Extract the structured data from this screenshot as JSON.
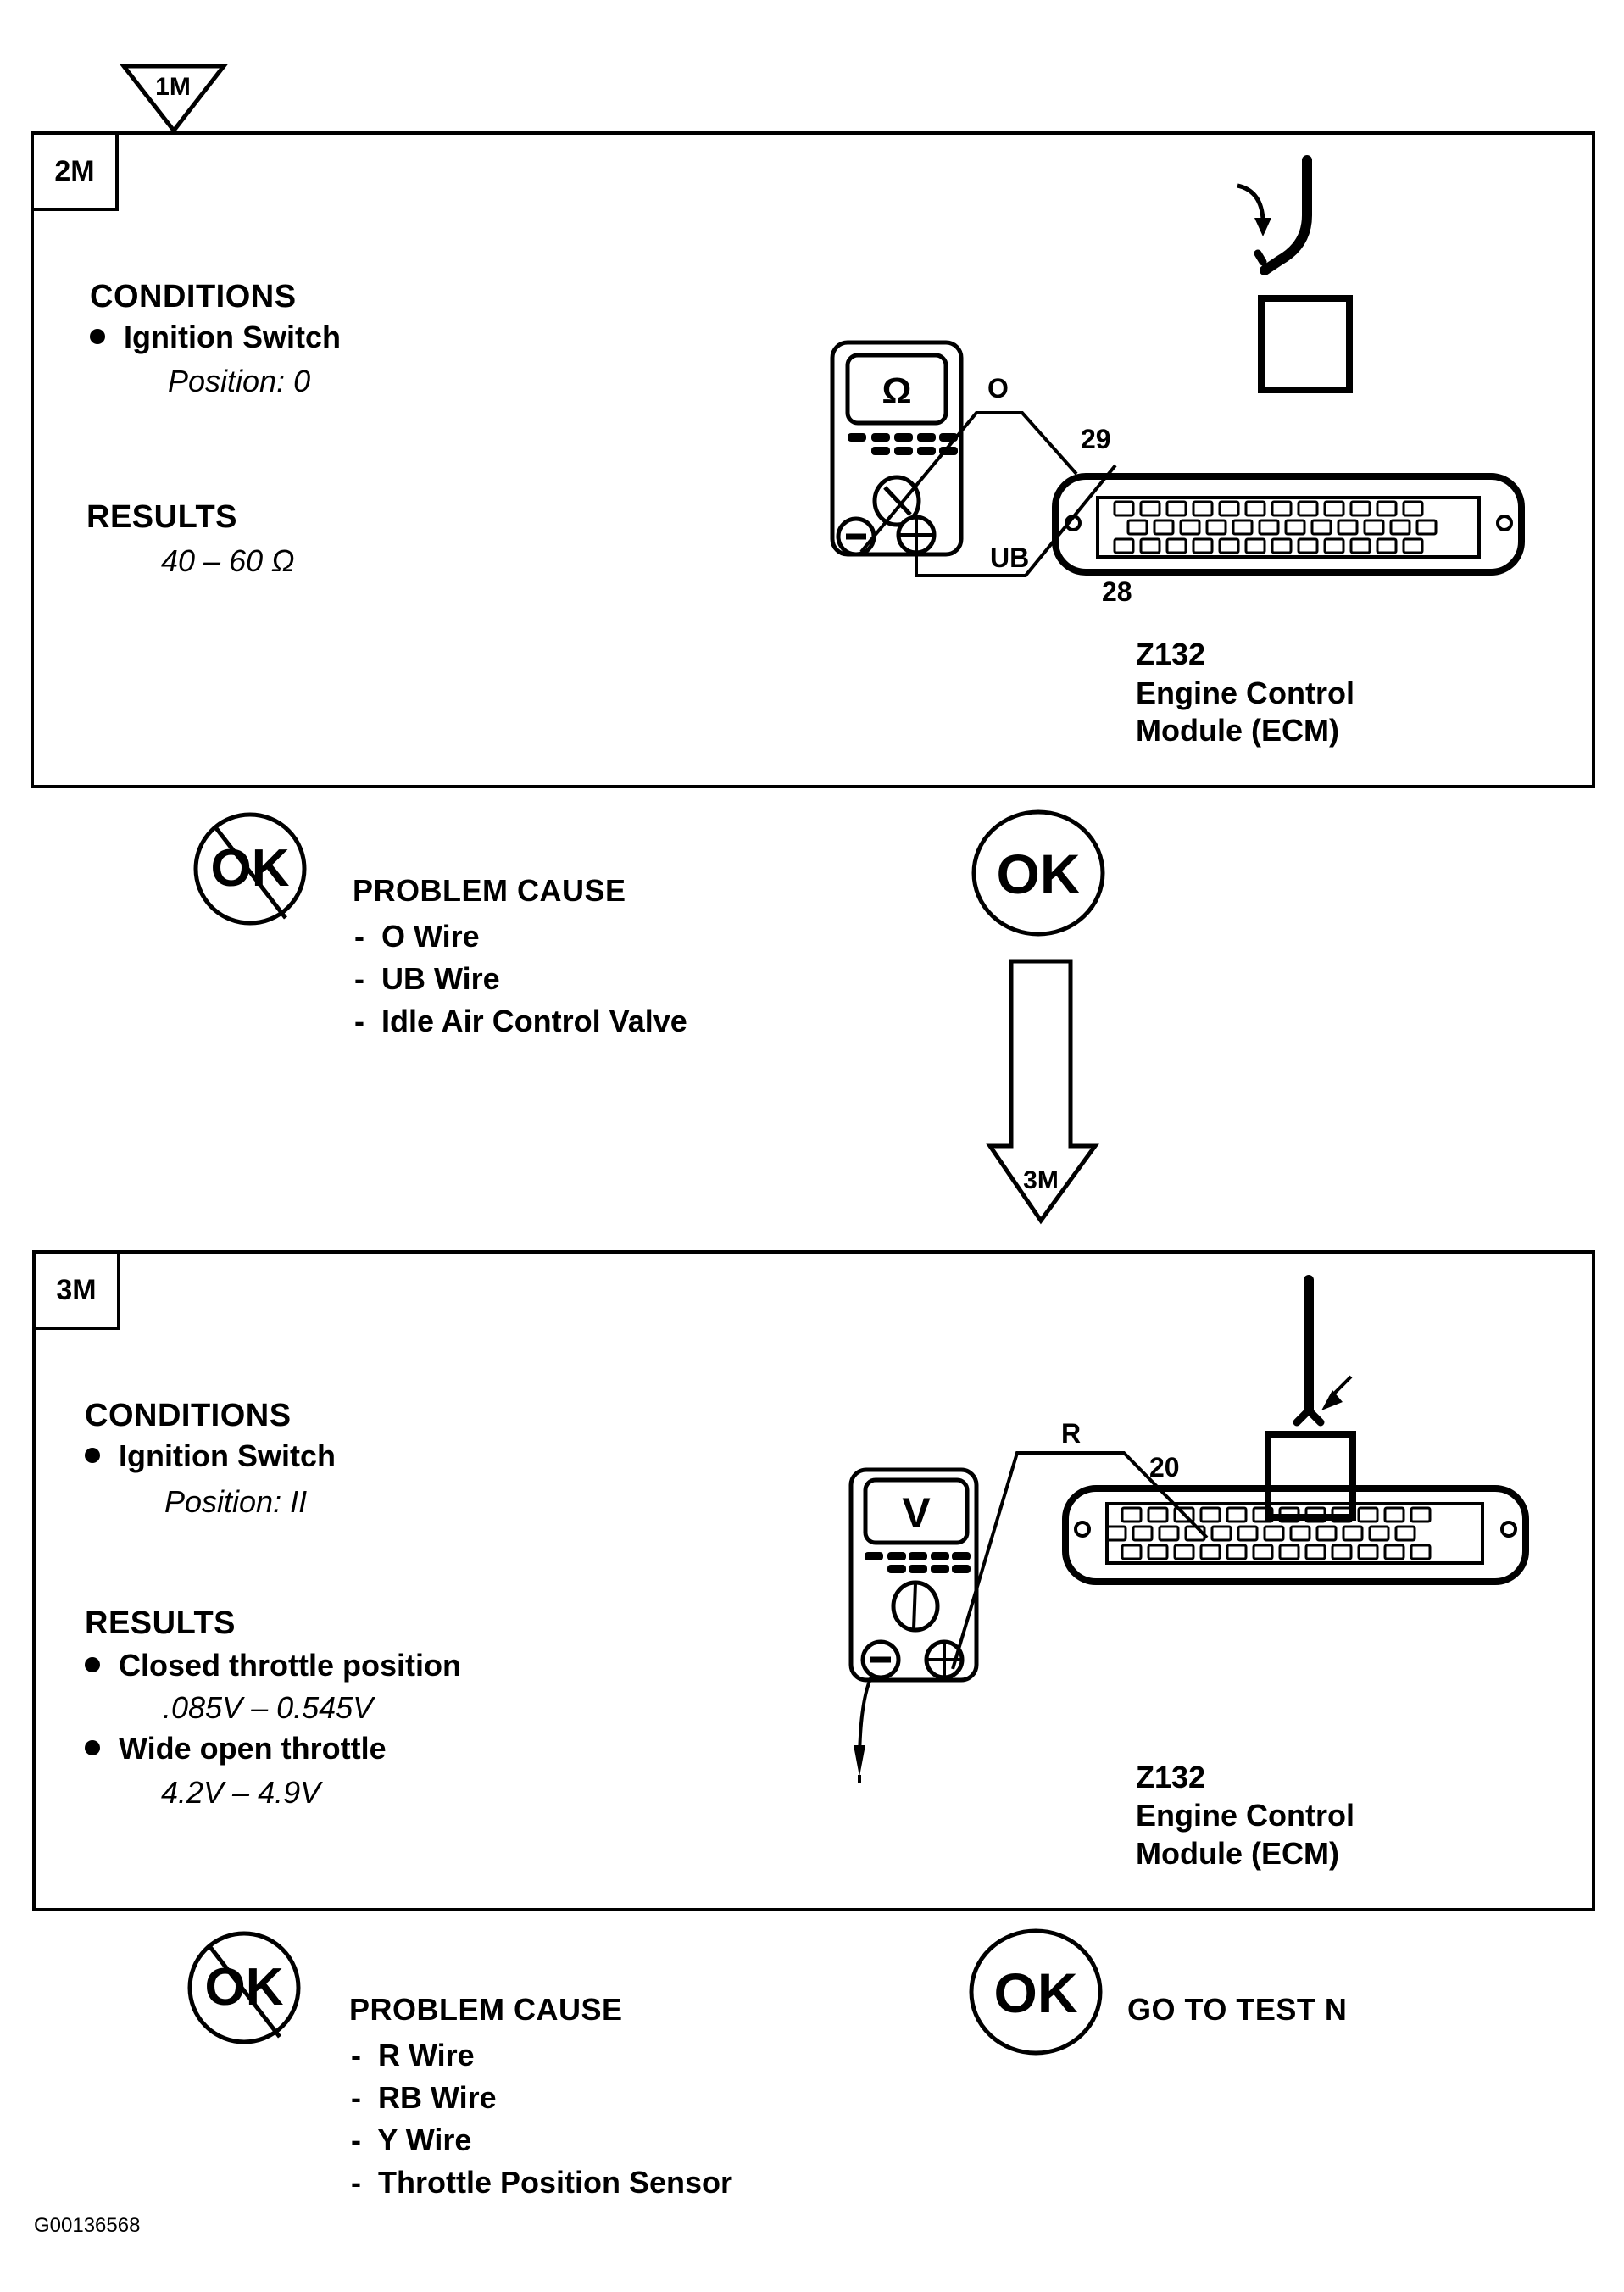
{
  "entry_marker": "1M",
  "steps": [
    {
      "id": "2M",
      "conditions_heading": "CONDITIONS",
      "condition_item": "Ignition Switch",
      "condition_detail": "Position: 0",
      "results_heading": "RESULTS",
      "results": [
        "40 – 60 Ω"
      ],
      "meter_symbol": "Ω",
      "wire_labels": [
        "O",
        "UB"
      ],
      "pin_labels": [
        "29",
        "28"
      ],
      "component_id": "Z132",
      "component_name_line1": "Engine Control",
      "component_name_line2": "Module (ECM)",
      "not_ok_label": "OK",
      "problem_cause_heading": "PROBLEM CAUSE",
      "problem_causes": [
        "O  Wire",
        "UB  Wire",
        "Idle Air Control Valve"
      ],
      "ok_label": "OK",
      "next_marker": "3M"
    },
    {
      "id": "3M",
      "conditions_heading": "CONDITIONS",
      "condition_item": "Ignition Switch",
      "condition_detail": "Position: II",
      "results_heading": "RESULTS",
      "result_items": [
        {
          "label": "Closed throttle position",
          "value": ".085V – 0.545V"
        },
        {
          "label": "Wide open throttle",
          "value": "4.2V – 4.9V"
        }
      ],
      "meter_symbol": "V",
      "wire_labels": [
        "R"
      ],
      "pin_labels": [
        "20"
      ],
      "component_id": "Z132",
      "component_name_line1": "Engine Control",
      "component_name_line2": "Module (ECM)",
      "not_ok_label": "OK",
      "problem_cause_heading": "PROBLEM CAUSE",
      "problem_causes": [
        "R Wire",
        "RB  Wire",
        "Y Wire",
        "Throttle Position Sensor"
      ],
      "ok_label": "OK",
      "ok_action": "GO TO TEST N"
    }
  ],
  "figure_id": "G00136568"
}
